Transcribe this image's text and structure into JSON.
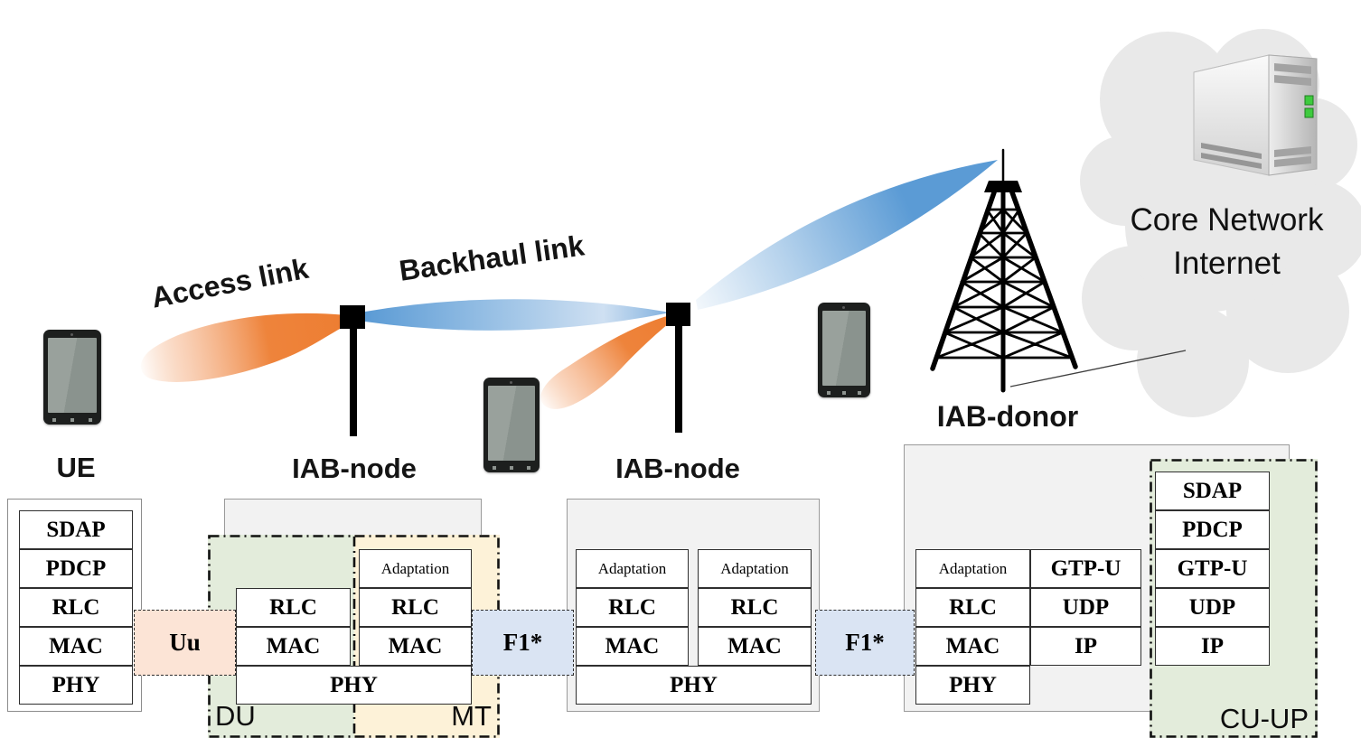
{
  "scene": {
    "ue_label": "UE",
    "iab_node1_label": "IAB-node",
    "iab_node2_label": "IAB-node",
    "iab_donor_label": "IAB-donor",
    "core_network_line1": "Core Network",
    "core_network_line2": "Internet",
    "access_link_label": "Access link",
    "backhaul_link_label": "Backhaul link"
  },
  "interfaces": {
    "uu_label": "Uu",
    "f1_left_label": "F1*",
    "f1_right_label": "F1*"
  },
  "stacks": {
    "ue": {
      "layers": [
        "SDAP",
        "PDCP",
        "RLC",
        "MAC",
        "PHY"
      ]
    },
    "iab_node1": {
      "du_label": "DU",
      "mt_label": "MT",
      "du_layers": [
        "RLC",
        "MAC"
      ],
      "mt_layers": [
        "Adaptation",
        "RLC",
        "MAC"
      ],
      "phy_label": "PHY"
    },
    "iab_node2": {
      "left_layers": [
        "Adaptation",
        "RLC",
        "MAC"
      ],
      "right_layers": [
        "Adaptation",
        "RLC",
        "MAC"
      ],
      "phy_label": "PHY"
    },
    "iab_donor": {
      "left_layers": [
        "Adaptation",
        "RLC",
        "MAC"
      ],
      "right_layers": [
        "GTP-U",
        "UDP",
        "IP"
      ],
      "phy_label": "PHY",
      "cu_up_label": "CU-UP",
      "cu_up_layers": [
        "SDAP",
        "PDCP",
        "GTP-U",
        "UDP",
        "IP"
      ]
    }
  },
  "icons": [
    "smartphone-icon",
    "iab-node-antenna-icon",
    "radio-tower-icon",
    "cloud-icon",
    "server-icon",
    "access-link-beam-icon",
    "backhaul-link-beam-icon"
  ],
  "colors": {
    "beam_orange": "#ed7d31",
    "beam_blue": "#5b9bd5",
    "du_green": "#e3ecdb",
    "mt_cream": "#fdf2d8",
    "cu_up_green": "#e3ecdb",
    "uu_pink": "#fce4d6",
    "f1_blue": "#dae4f3",
    "stack_gray": "#f2f2f2",
    "cloud_gray": "#e9e9e9"
  }
}
